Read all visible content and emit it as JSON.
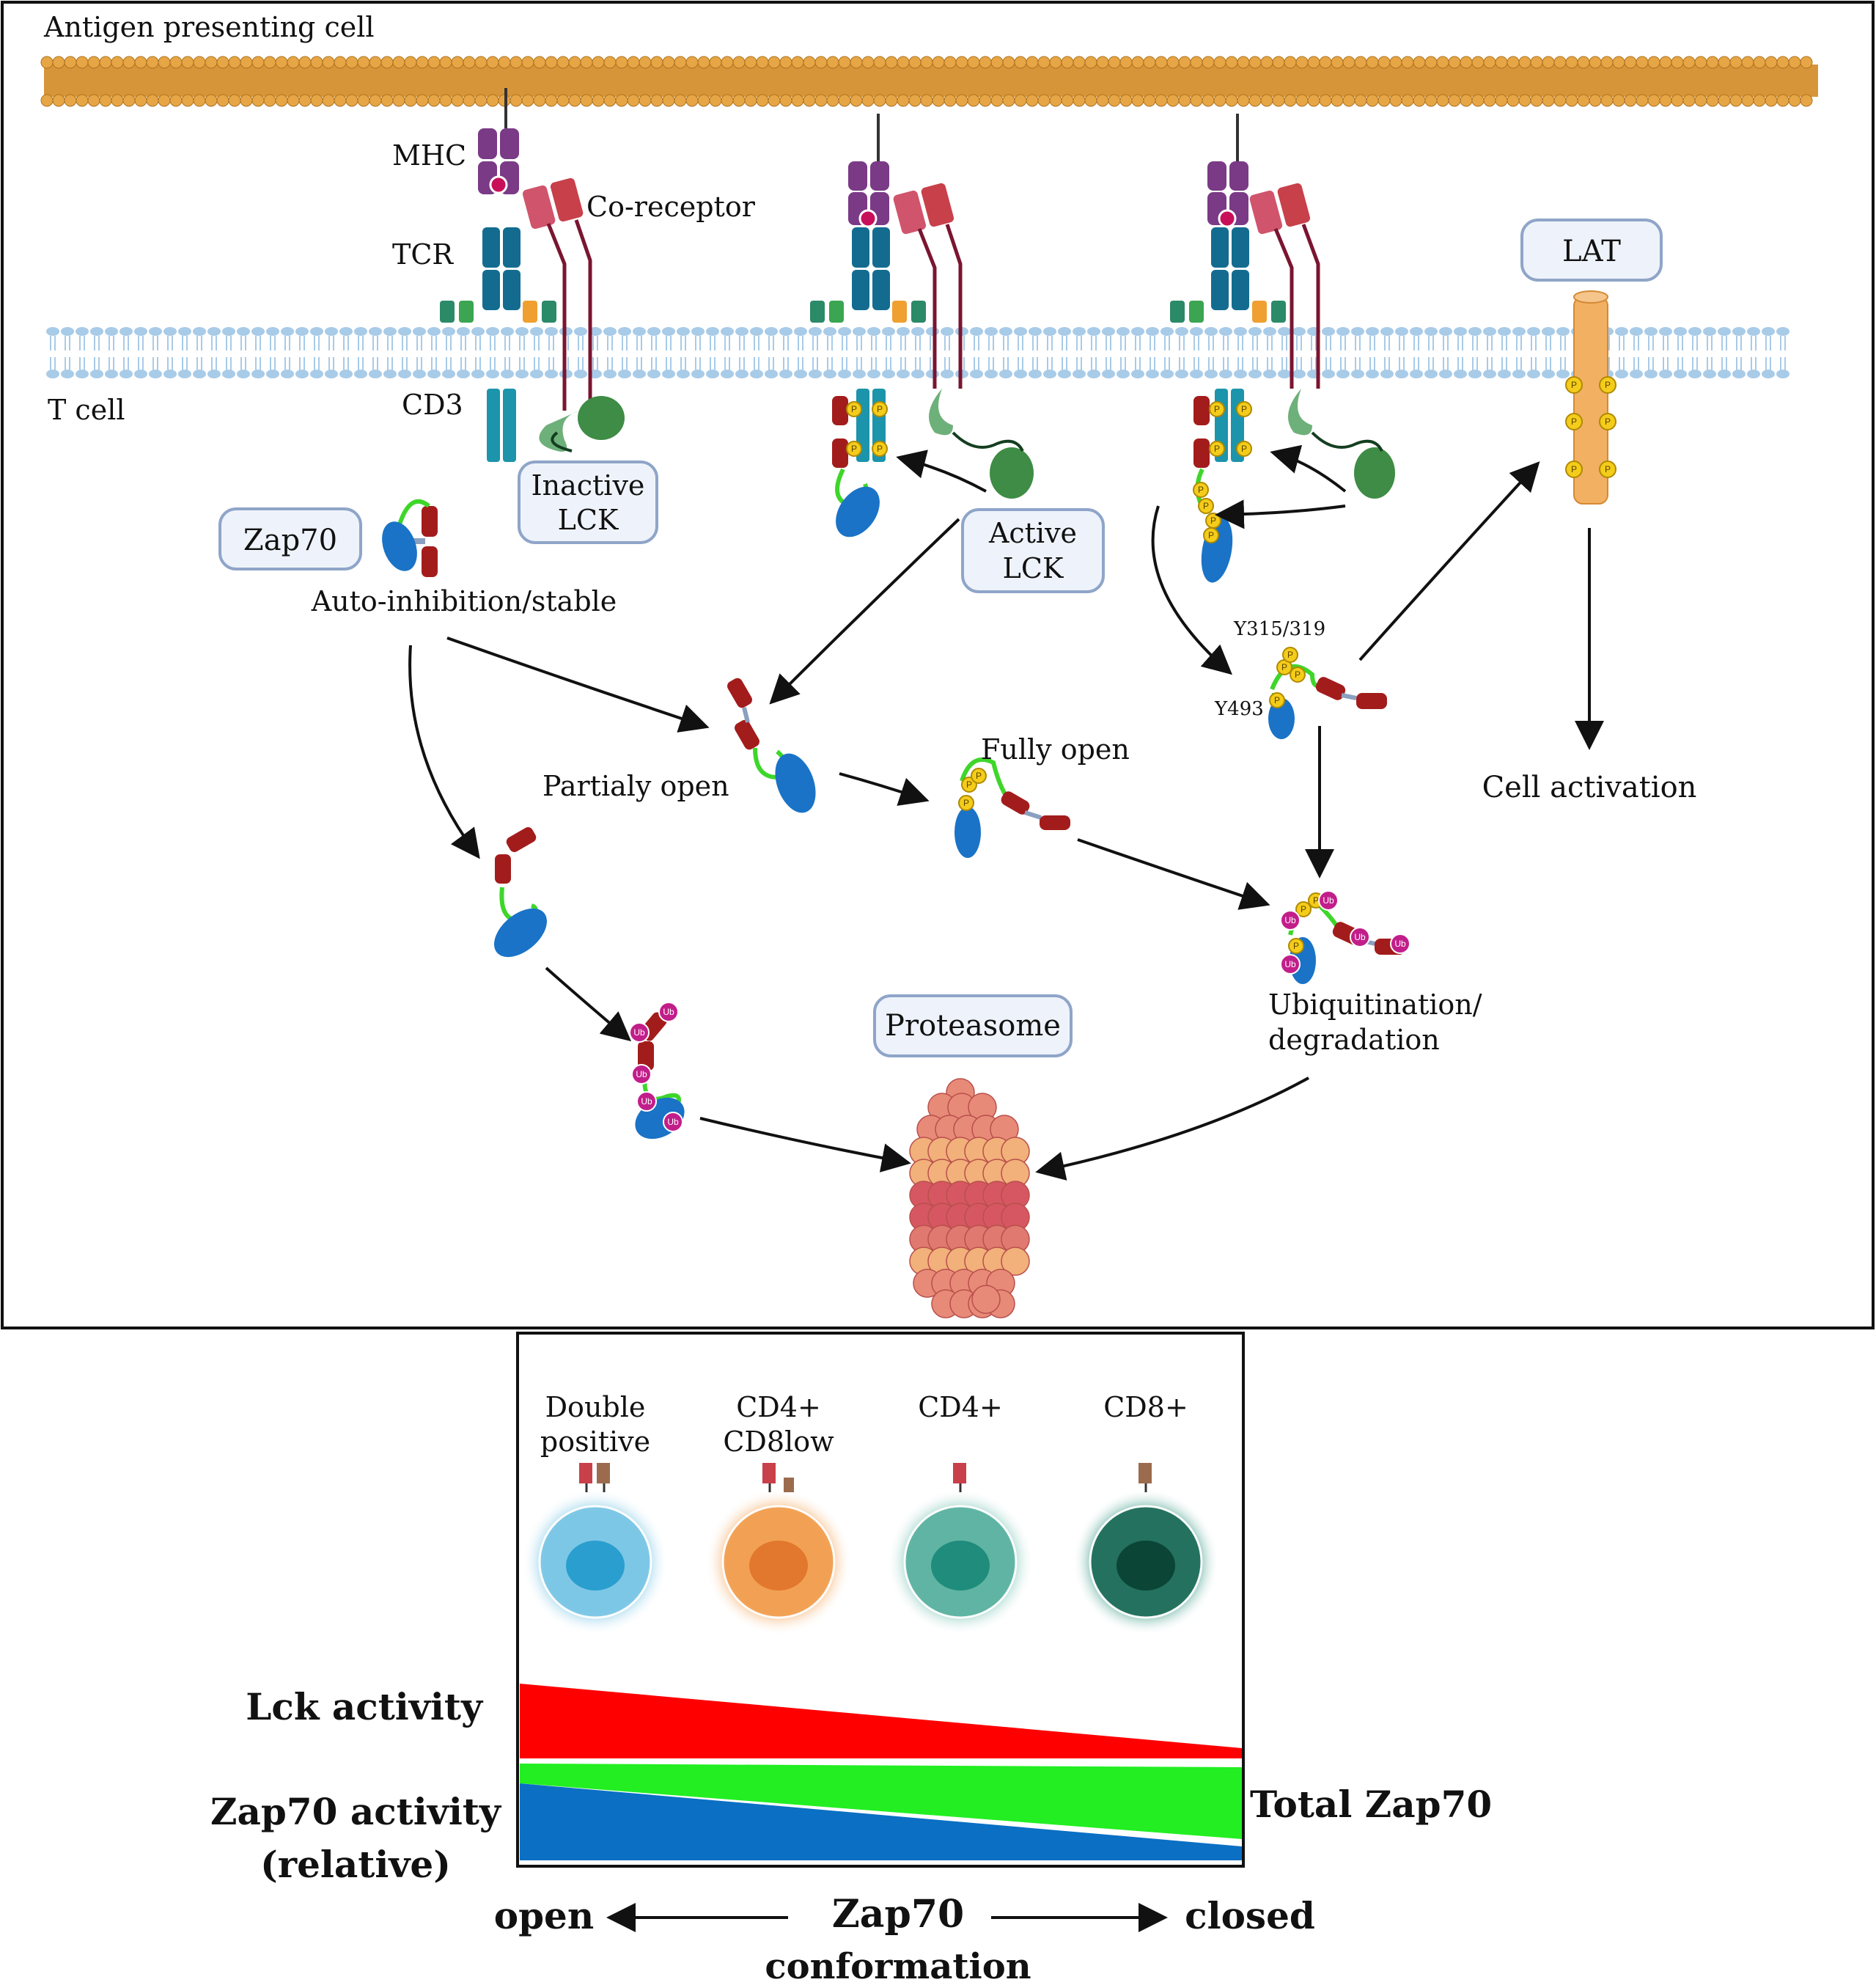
{
  "top_panel": {
    "apc_label": "Antigen presenting cell",
    "tcell_label": "T cell",
    "mhc_label": "MHC",
    "coreceptor_label": "Co-receptor",
    "tcr_label": "TCR",
    "cd3_label": "CD3",
    "inactive_lck_label": [
      "Inactive",
      "LCK"
    ],
    "active_lck_label": [
      "Active",
      "LCK"
    ],
    "zap70_label": "Zap70",
    "autoinhibition_label": "Auto-inhibition/stable",
    "partially_open_label": "Partialy open",
    "fully_open_label": "Fully open",
    "y315_label": "Y315/319",
    "y493_label": "Y493",
    "lat_label": "LAT",
    "cell_activation_label": "Cell activation",
    "ubiquitination_label": [
      "Ubiquitination/",
      "degradation"
    ],
    "proteasome_label": "Proteasome",
    "phospho_marker": "P",
    "ubiquitin_marker": "Ub"
  },
  "bottom_panel": {
    "cell_types": [
      {
        "label": [
          "Double",
          "positive"
        ],
        "color": "#7cc7e6",
        "nucleus": "#2a9fcf"
      },
      {
        "label": [
          "CD4+",
          "CD8low"
        ],
        "color": "#f2a052",
        "nucleus": "#e2772e"
      },
      {
        "label": [
          "CD4+"
        ],
        "color": "#5db3a2",
        "nucleus": "#1f8c7c"
      },
      {
        "label": [
          "CD8+"
        ],
        "color": "#1f6e5b",
        "nucleus": "#0b4536"
      }
    ],
    "lck_activity_label": "Lck activity",
    "zap70_activity_label": [
      "Zap70 activity",
      "(relative)"
    ],
    "total_zap70_label": "Total Zap70",
    "axis_open_label": "open",
    "axis_title": [
      "Zap70",
      "conformation"
    ],
    "axis_closed_label": "closed",
    "colors": {
      "lck": "#ff0000",
      "zap_activity": "#0b6fc4",
      "total_zap": "#22ee22"
    }
  }
}
